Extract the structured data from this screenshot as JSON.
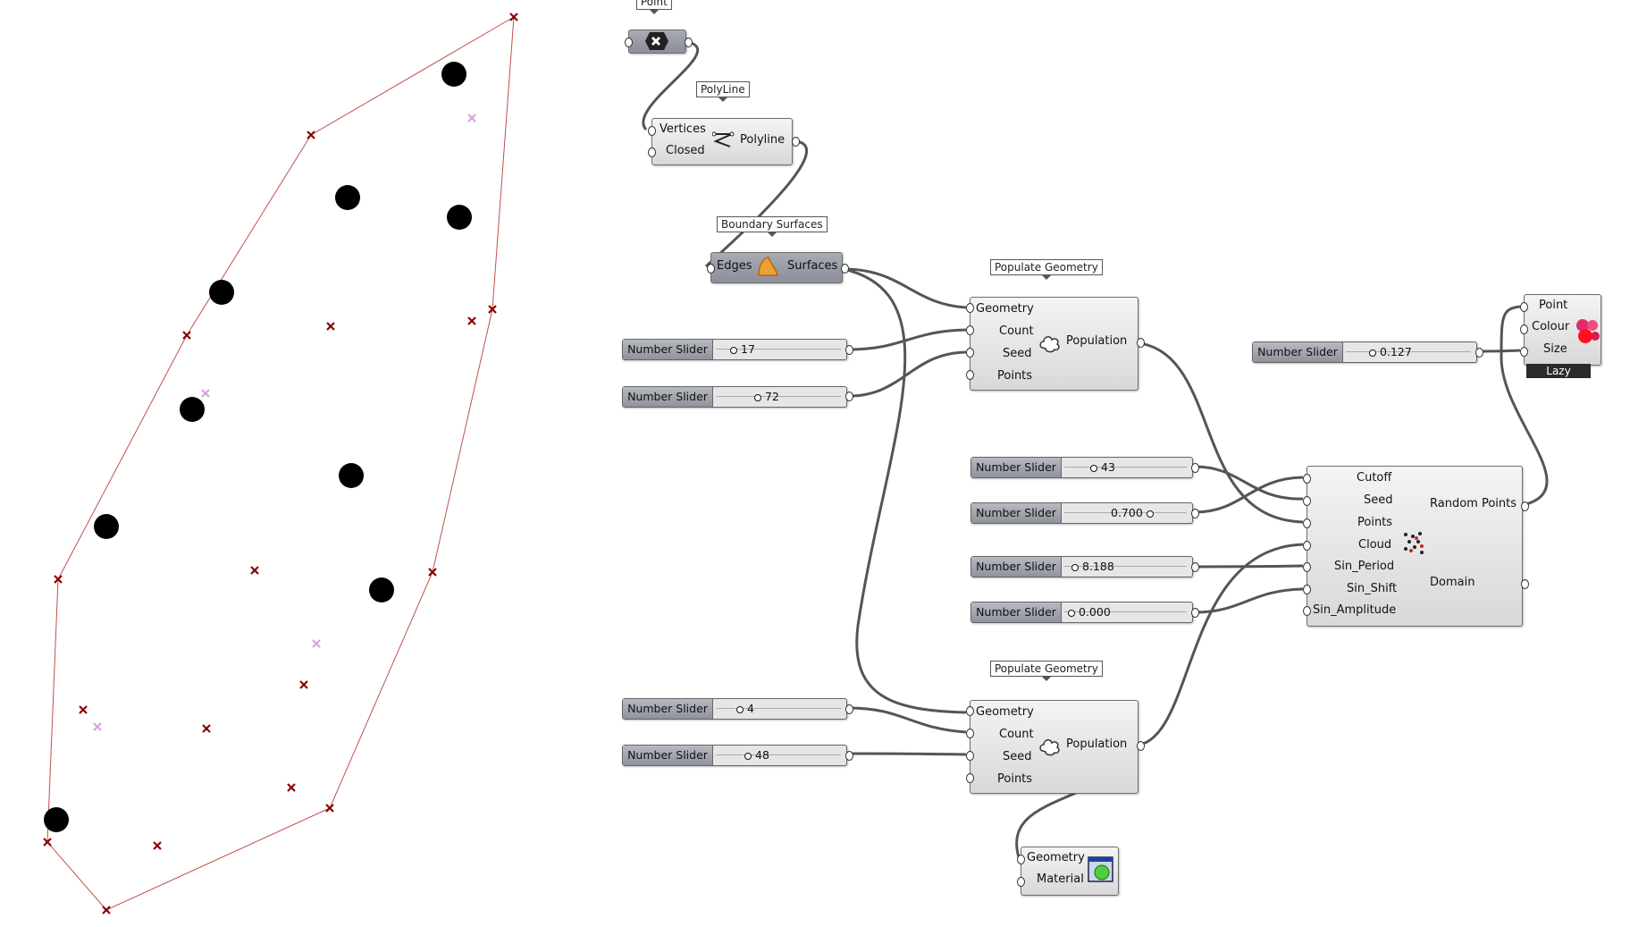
{
  "canvas": {
    "accent_wire": "#555555",
    "polygon_color": "#c0504d",
    "cross_dark": "#8b0000",
    "cross_light": "#d9a0e0",
    "big_point": "#000000"
  },
  "tags": {
    "point": "Point",
    "polyline": "PolyLine",
    "boundary": "Boundary Surfaces",
    "populate1": "Populate Geometry",
    "populate2": "Populate Geometry"
  },
  "polyline": {
    "in1": "Vertices",
    "in2": "Closed",
    "out": "Polyline"
  },
  "boundary": {
    "in": "Edges",
    "out": "Surfaces"
  },
  "populate1": {
    "in": [
      "Geometry",
      "Count",
      "Seed",
      "Points"
    ],
    "out": "Population"
  },
  "populate2": {
    "in": [
      "Geometry",
      "Count",
      "Seed",
      "Points"
    ],
    "out": "Population"
  },
  "random": {
    "in": [
      "Cutoff",
      "Seed",
      "Points",
      "Cloud",
      "Sin_Period",
      "Sin_Shift",
      "Sin_Amplitude"
    ],
    "out1": "Random Points",
    "out2": "Domain"
  },
  "display": {
    "in": [
      "Point",
      "Colour",
      "Size"
    ],
    "badge": "Lazy"
  },
  "preview": {
    "in1": "Geometry",
    "in2": "Material"
  },
  "sliders": [
    {
      "name": "Number Slider",
      "value": "17"
    },
    {
      "name": "Number Slider",
      "value": "72"
    },
    {
      "name": "Number Slider",
      "value": "43"
    },
    {
      "name": "Number Slider",
      "value": "0.700"
    },
    {
      "name": "Number Slider",
      "value": "8.188"
    },
    {
      "name": "Number Slider",
      "value": "0.000"
    },
    {
      "name": "Number Slider",
      "value": "4"
    },
    {
      "name": "Number Slider",
      "value": "48"
    },
    {
      "name": "Number Slider",
      "value": "0.127"
    }
  ]
}
